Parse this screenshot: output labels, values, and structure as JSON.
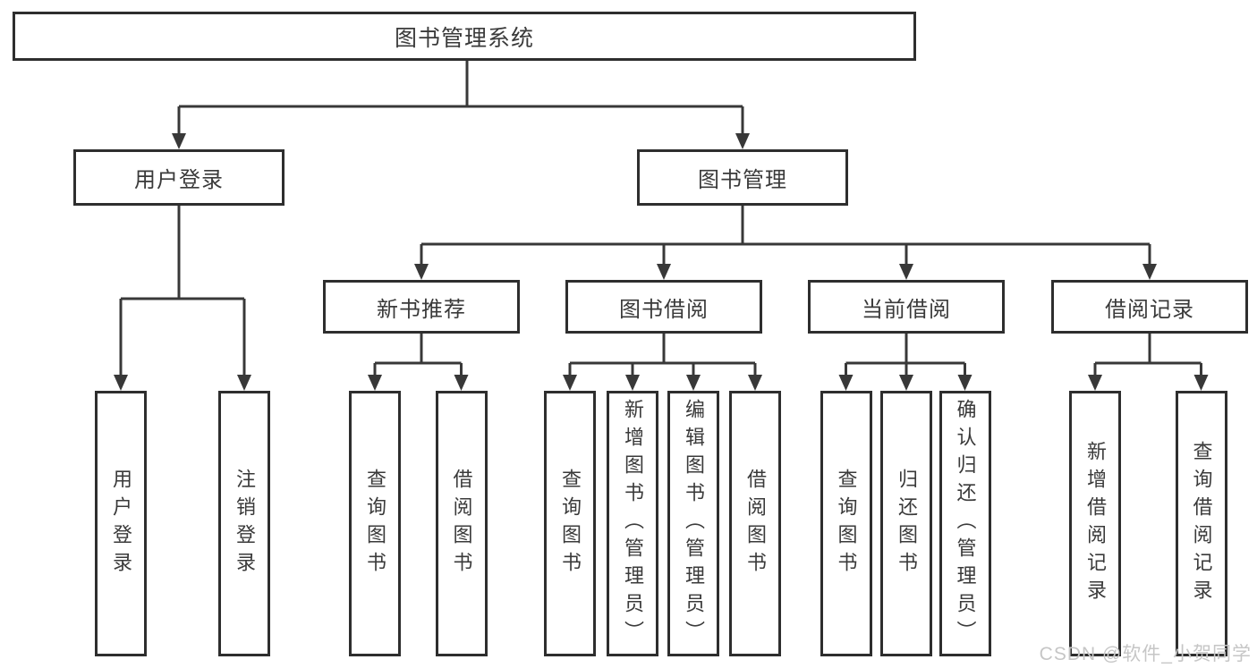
{
  "diagram": {
    "root": {
      "label": "图书管理系统"
    },
    "level2": [
      {
        "id": "user-login",
        "label": "用户登录"
      },
      {
        "id": "book-management",
        "label": "图书管理"
      }
    ],
    "level3": [
      {
        "id": "new-book-recommend",
        "label": "新书推荐",
        "parent": "图书管理"
      },
      {
        "id": "book-borrow",
        "label": "图书借阅",
        "parent": "图书管理"
      },
      {
        "id": "current-borrow",
        "label": "当前借阅",
        "parent": "图书管理"
      },
      {
        "id": "borrow-record",
        "label": "借阅记录",
        "parent": "图书管理"
      }
    ],
    "leaves": {
      "user_login": [
        "用户登录",
        "注销登录"
      ],
      "new_book_recommend": [
        "查询图书",
        "借阅图书"
      ],
      "book_borrow": [
        "查询图书",
        "新增图书（管理员）",
        "编辑图书（管理员）",
        "借阅图书"
      ],
      "current_borrow": [
        "查询图书",
        "归还图书",
        "确认归还（管理员）"
      ],
      "borrow_record": [
        "新增借阅记录",
        "查询借阅记录"
      ]
    }
  },
  "watermark": {
    "text": "CSDN @软件_小贺同学"
  },
  "colors": {
    "line": "#383838",
    "box_border": "#2e2e2e",
    "text": "#3a3a3a",
    "background": "#ffffff",
    "watermark": "#c6c6c6"
  }
}
